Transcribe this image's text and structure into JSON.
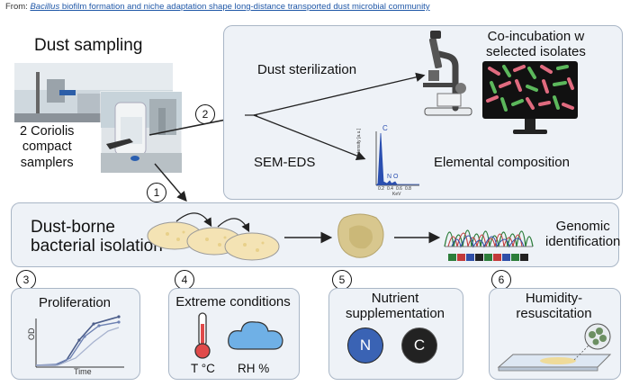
{
  "header": {
    "prefix": "From: ",
    "link_italic": "Bacillus",
    "link_rest": " biofilm formation and niche adaptation shape long-distance transported dust microbial community"
  },
  "top": {
    "dust_sampling": "Dust sampling",
    "samplers": "2 Coriolis\ncompact\nsamplers",
    "step1": "1",
    "step2": "2",
    "dust_sterilization": "Dust sterilization",
    "coincubation": "Co-incubation w\nselected isolates",
    "sem_eds": "SEM-EDS",
    "elemental": "Elemental composition",
    "eds_axis_y": "Intensity [a.u.]",
    "eds_axis_x": "KeV",
    "eds_peak_c": "C",
    "eds_peak_n": "N",
    "eds_peak_o": "O",
    "eds_ticks": [
      "0.2",
      "0.4",
      "0.6",
      "0.8"
    ]
  },
  "isolation": {
    "title": "Dust-borne\nbacterial isolation",
    "genomic": "Genomic\nidentification"
  },
  "bottom": [
    {
      "num": "3",
      "title": "Proliferation",
      "xlabel": "Time",
      "ylabel": "OD"
    },
    {
      "num": "4",
      "title": "Extreme conditions",
      "left_label": "T °C",
      "right_label": "RH %"
    },
    {
      "num": "5",
      "title": "Nutrient\nsupplementation",
      "n": "N",
      "c": "C"
    },
    {
      "num": "6",
      "title": "Humidity-\nresuscitation"
    }
  ],
  "colors": {
    "panel_bg": "#eef2f7",
    "panel_border": "#a9b6c6",
    "nitrogen": "#3a63b4",
    "carbon": "#222222",
    "thermo_red": "#e04a4a",
    "cloud_blue": "#6fb0e6"
  }
}
